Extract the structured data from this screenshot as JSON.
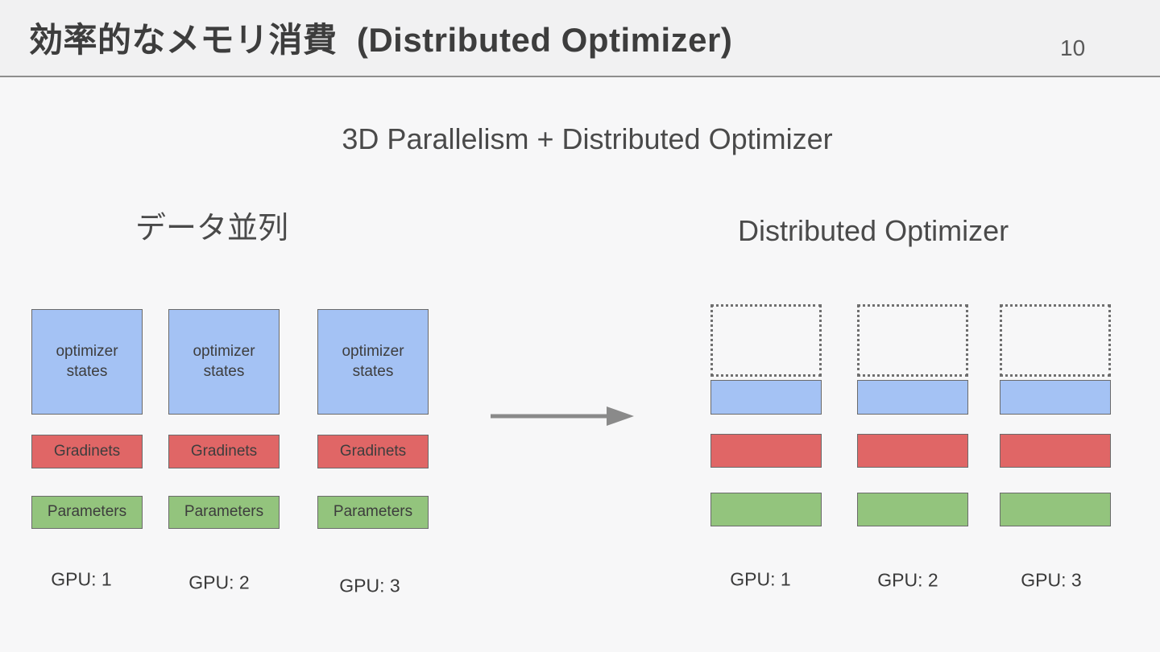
{
  "header": {
    "title": "効率的なメモリ消費  (Distributed Optimizer)",
    "page_number": "10"
  },
  "subtitle": "3D Parallelism + Distributed Optimizer",
  "left": {
    "heading": "データ並列",
    "columns": [
      {
        "optimizer": "optimizer states",
        "gradients": "Gradinets",
        "parameters": "Parameters",
        "gpu": "GPU: 1"
      },
      {
        "optimizer": "optimizer states",
        "gradients": "Gradinets",
        "parameters": "Parameters",
        "gpu": "GPU: 2"
      },
      {
        "optimizer": "optimizer states",
        "gradients": "Gradinets",
        "parameters": "Parameters",
        "gpu": "GPU: 3"
      }
    ]
  },
  "right": {
    "heading": "Distributed Optimizer",
    "columns": [
      {
        "gpu": "GPU: 1"
      },
      {
        "gpu": "GPU: 2"
      },
      {
        "gpu": "GPU: 3"
      }
    ]
  },
  "icons": {
    "flow_arrow": "right-arrow"
  },
  "colors": {
    "optimizer_states_fill": "#a4c2f4",
    "gradients_fill": "#e06666",
    "parameters_fill": "#93c47d",
    "box_border": "#6b6b6b",
    "dotted_border": "#6f6f6f",
    "arrow": "#8a8a8a",
    "header_background": "#f1f1f2",
    "body_background": "#f7f7f8",
    "title_text": "#3d3d3d"
  }
}
